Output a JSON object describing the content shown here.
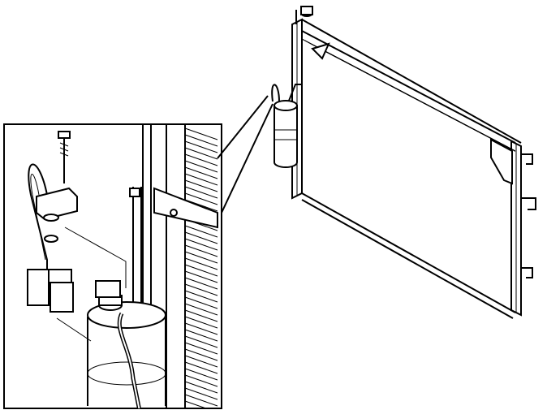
{
  "figure": {
    "kind": "technical-line-drawing",
    "line_color": "#000000",
    "background": "#ffffff",
    "parts": [
      {
        "name": "condenser-core"
      },
      {
        "name": "receiver-drier"
      },
      {
        "name": "refrigerant-line"
      },
      {
        "name": "mounting-bolt"
      },
      {
        "name": "mounting-bracket"
      },
      {
        "name": "electrical-connector"
      }
    ]
  }
}
